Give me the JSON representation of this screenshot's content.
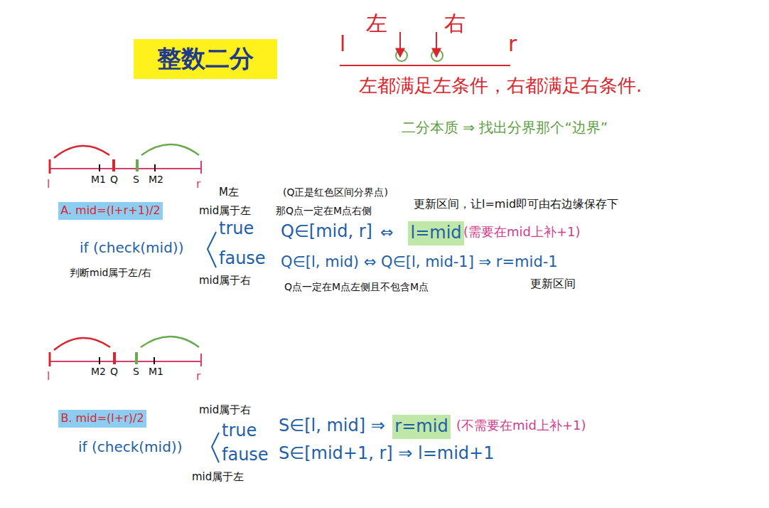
{
  "diagram": {
    "nodes": [
      {
        "text": [
          "整数二分"
        ]
      },
      {
        "text": [
          "A. mid=(l+r+1)/2"
        ]
      },
      {
        "text": [
          "l=mid"
        ]
      },
      {
        "text": [
          "B. mid=(l+r)/2"
        ]
      },
      {
        "text": [
          "r=mid"
        ]
      }
    ],
    "labels": [
      "l",
      "左",
      "右",
      "r",
      "左都满足左条件，右都满足右条件.",
      "二分本质 ⇒ 找出分界那个“边界”",
      "l",
      "M1",
      "Q",
      "S",
      "M2",
      "r",
      "M左",
      "mid属于左",
      "true",
      "fause",
      "mid属于右",
      "if (check(mid))",
      "判断mid属于左/右",
      "(Q正是红色区间分界点)",
      "那Q点一定在M点右侧",
      "更新区间，让l=mid即可由右边缘保存下",
      "Q∈[mid, r]",
      "⇔",
      "(需要在mid上补+1)",
      "Q∈[l, mid) ⇔ Q∈[l, mid-1] ⇒ r=mid-1",
      "Q点一定在M点左侧且不包含M点",
      "更新区间",
      "l",
      "M2",
      "Q",
      "S",
      "M1",
      "r",
      "mid属于右",
      "true",
      "fause",
      "mid属于左",
      "if (check(mid))",
      "S∈[l, mid] ⇒",
      "(不需要在mid上补+1)",
      "S∈[mid+1, r] ⇒ l=mid+1"
    ]
  }
}
